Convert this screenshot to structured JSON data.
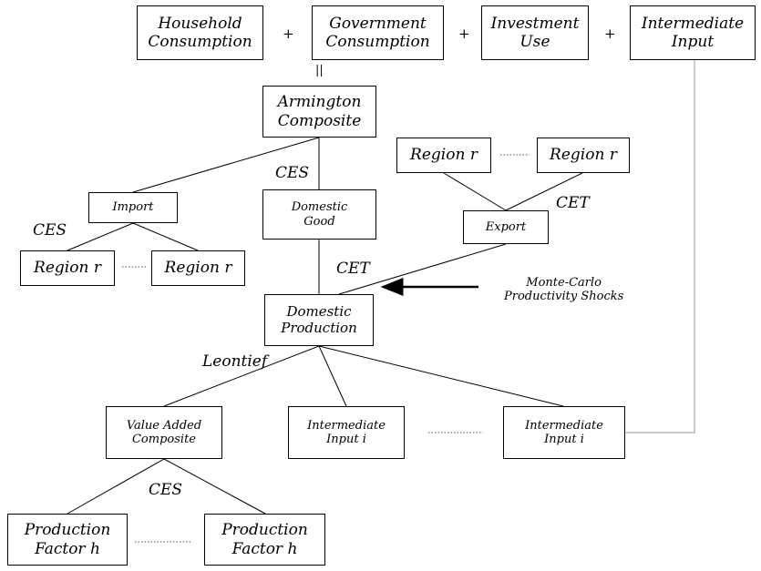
{
  "top_row": {
    "household": "Household\nConsumption",
    "government": "Government\nConsumption",
    "investment": "Investment\nUse",
    "intermediate": "Intermediate\nInput",
    "plus": "+",
    "equals": "||"
  },
  "nodes": {
    "armington": "Armington\nComposite",
    "import": "Import",
    "domestic_good": "Domestic\nGood",
    "export": "Export",
    "region_export_left": "Region r",
    "region_export_right": "Region r",
    "region_import_left": "Region r",
    "region_import_right": "Region r",
    "domestic_production": "Domestic\nProduction",
    "value_added": "Value Added\nComposite",
    "intermediate_input_1": "Intermediate\nInput i",
    "intermediate_input_2": "Intermediate\nInput i",
    "factor_1": "Production\nFactor h",
    "factor_2": "Production\nFactor h"
  },
  "labels": {
    "ces_armington": "CES",
    "ces_import": "CES",
    "cet_export": "CET",
    "cet_domestic": "CET",
    "leontief": "Leontief",
    "ces_value_added": "CES",
    "shock_note": "Monte-Carlo\nProductivity Shocks"
  }
}
